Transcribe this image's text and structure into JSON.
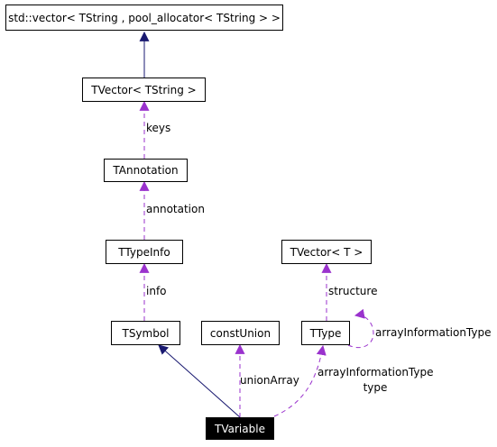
{
  "nodes": {
    "vector_pool": "std::vector< TString , pool_allocator< TString > >",
    "tvector_tstring": "TVector< TString >",
    "tannotation": "TAnnotation",
    "ttypeinfo": "TTypeInfo",
    "tvector_t": "TVector< T >",
    "tsymbol": "TSymbol",
    "constunion": "constUnion",
    "ttype": "TType",
    "tvariable": "TVariable"
  },
  "edge_labels": {
    "keys": "keys",
    "annotation": "annotation",
    "info": "info",
    "structure": "structure",
    "array_info_self": "arrayInformationType",
    "union_array": "unionArray",
    "array_info_type_1": "arrayInformationType",
    "array_info_type_2": "type"
  },
  "colors": {
    "inheritance": "#191970",
    "usage": "#9a32cd",
    "border": "#000000",
    "selected_bg": "#000000",
    "selected_fg": "#ffffff"
  }
}
